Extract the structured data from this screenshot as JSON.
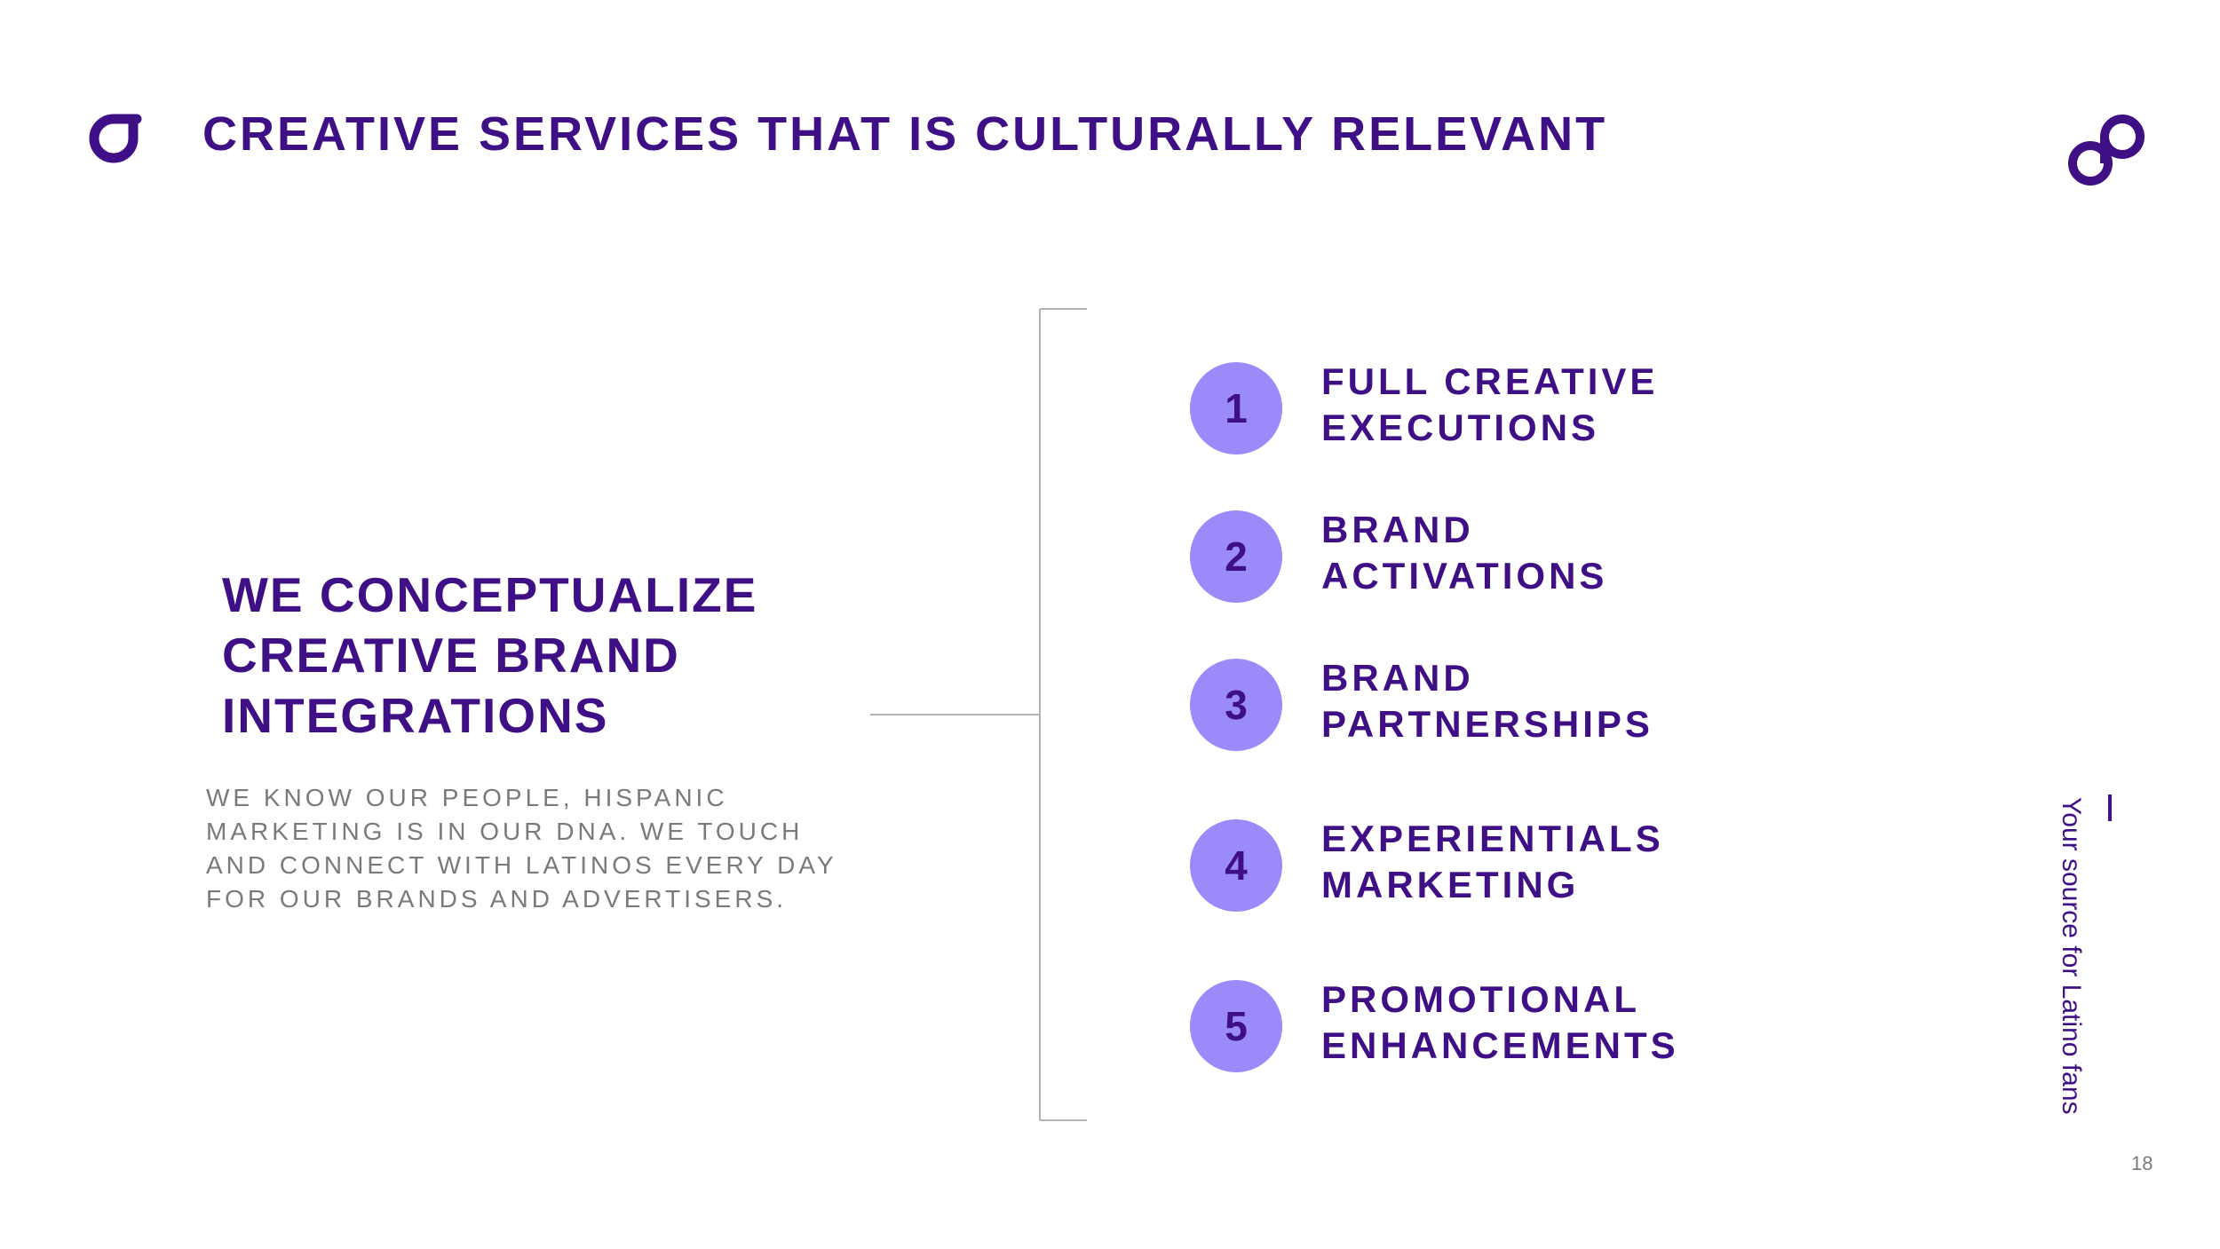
{
  "header": {
    "title": "CREATIVE SERVICES THAT IS CULTURALLY RELEVANT"
  },
  "logos": {
    "left": "brand-hook-logo",
    "right": "brand-infinity-logo",
    "brand_color": "#3f0f86"
  },
  "main": {
    "heading_lines": [
      "WE CONCEPTUALIZE",
      "CREATIVE BRAND",
      "INTEGRATIONS"
    ],
    "body_lines": [
      "WE KNOW OUR PEOPLE, HISPANIC",
      "MARKETING IS IN OUR DNA. WE TOUCH",
      "AND CONNECT WITH LATINOS EVERY DAY",
      "FOR OUR BRANDS AND ADVERTISERS."
    ]
  },
  "services": [
    {
      "number": "1",
      "lines": [
        "FULL CREATIVE",
        "EXECUTIONS"
      ]
    },
    {
      "number": "2",
      "lines": [
        "BRAND",
        "ACTIVATIONS"
      ]
    },
    {
      "number": "3",
      "lines": [
        "BRAND",
        "PARTNERSHIPS"
      ]
    },
    {
      "number": "4",
      "lines": [
        "EXPERIENTIALS",
        "MARKETING"
      ]
    },
    {
      "number": "5",
      "lines": [
        "PROMOTIONAL",
        "ENHANCEMENTS"
      ]
    }
  ],
  "circle_color": "#9b8af9",
  "tagline": "Your source for Latino fans",
  "page_number": "18"
}
